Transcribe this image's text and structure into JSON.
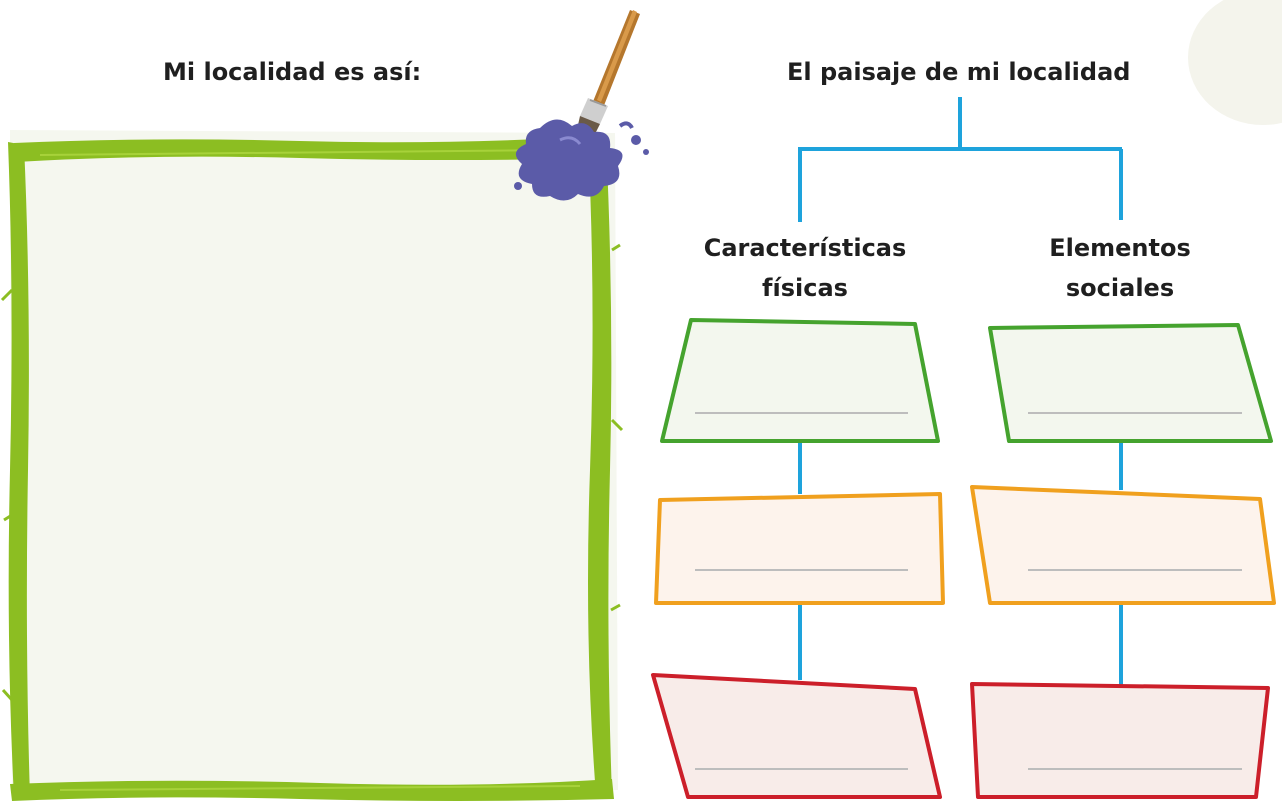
{
  "left_panel": {
    "title": "Mi localidad es así:",
    "frame_color": "#8cbe22",
    "paint_splash_color": "#5b5ba8"
  },
  "right_panel": {
    "title": "El paisaje de mi localidad",
    "connector_color": "#1ea3dc",
    "columns": [
      {
        "line1": "Características",
        "line2": "físicas"
      },
      {
        "line1": "Elementos",
        "line2": "sociales"
      }
    ],
    "box_colors": [
      "#45a32e",
      "#f0a01e",
      "#cc1f2a"
    ]
  }
}
